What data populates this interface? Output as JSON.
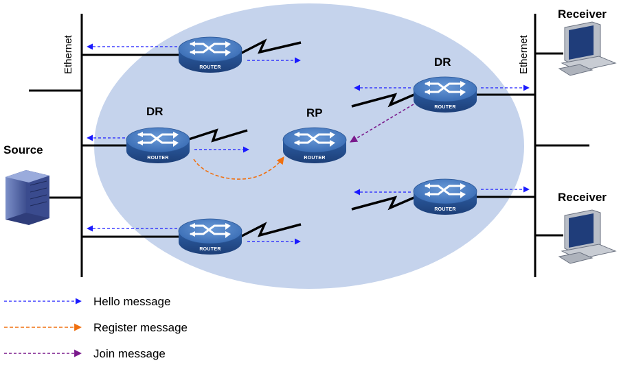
{
  "labels": {
    "source": "Source",
    "receiver_top": "Receiver",
    "receiver_bottom": "Receiver",
    "ethernet_left": "Ethernet",
    "ethernet_right": "Ethernet",
    "dr_left": "DR",
    "dr_right": "DR",
    "rp": "RP"
  },
  "routers": [
    {
      "id": "router-top-left",
      "label": "ROUTER"
    },
    {
      "id": "router-dr-left",
      "label": "ROUTER"
    },
    {
      "id": "router-bottom-left",
      "label": "ROUTER"
    },
    {
      "id": "router-rp",
      "label": "ROUTER"
    },
    {
      "id": "router-dr-right",
      "label": "ROUTER"
    },
    {
      "id": "router-bottom-right",
      "label": "ROUTER"
    }
  ],
  "legend": [
    {
      "id": "hello",
      "label": "Hello message",
      "color": "#1a1aff"
    },
    {
      "id": "register",
      "label": "Register message",
      "color": "#f07010"
    },
    {
      "id": "join",
      "label": "Join message",
      "color": "#7a1a8c"
    }
  ],
  "colors": {
    "domain_fill": "#c5d3ec",
    "router_body": "#2a5a9e",
    "router_top": "#4a7fc4"
  }
}
